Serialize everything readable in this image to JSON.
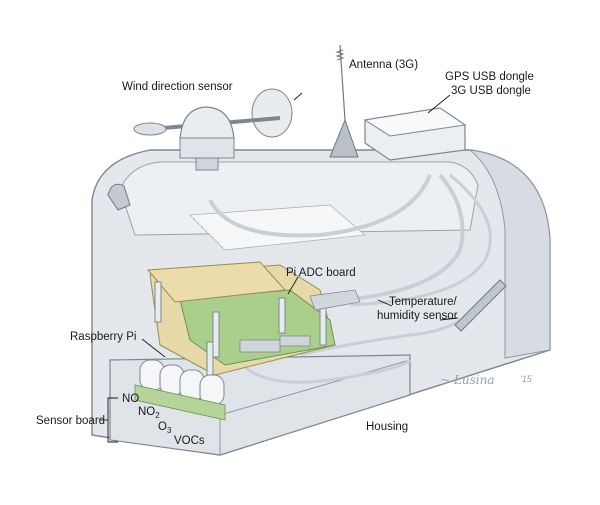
{
  "labels": {
    "antenna": "Antenna (3G)",
    "wind": "Wind direction sensor",
    "gps": "GPS USB dongle",
    "usb3g": "3G USB dongle",
    "adc": "Pi ADC board",
    "temperature": "Temperature/",
    "humidity": "humidity sensor",
    "raspberry": "Raspberry Pi",
    "no": "NO",
    "no2_base": "NO",
    "no2_sub": "2",
    "o3_base": "O",
    "o3_sub": "3",
    "vocs": "VOCs",
    "sensor_board": "Sensor board",
    "housing": "Housing"
  },
  "signature": "'15",
  "colors": {
    "outline": "#7d8790",
    "housing_fill": "#e4e8ec",
    "housing_shade": "#cfd5da",
    "pi_board": "#e8d9a8",
    "adc_board": "#a9cf8a",
    "sensor_cell": "#f4f6f8",
    "label_text": "#1a1a1a"
  }
}
